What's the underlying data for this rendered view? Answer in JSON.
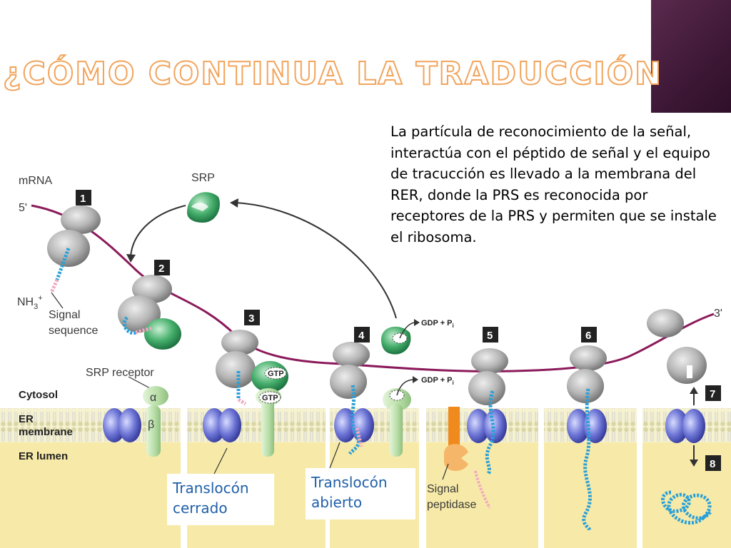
{
  "slide": {
    "title": "¿CÓMO CONTINUA LA TRADUCCIÓN",
    "description": "La partícula de reconocimiento de la señal, interactúa con el péptido de señal y el equipo de tracucción es llevado a la membrana del RER, donde la PRS es reconocida por  receptores de la PRS y permiten que se instale el ribosoma.",
    "notes": {
      "closed": "Translocón cerrado",
      "open": "Translocón abierto"
    }
  },
  "diagram": {
    "labels": {
      "mrna": "mRNA",
      "five_prime": "5'",
      "three_prime": "3'",
      "srp": "SRP",
      "nh3": "NH",
      "nh3_sub": "3",
      "nh3_sup": "+",
      "signal_sequence_1": "Signal",
      "signal_sequence_2": "sequence",
      "srp_receptor": "SRP receptor",
      "alpha": "α",
      "beta": "β",
      "cytosol": "Cytosol",
      "er_membrane_1": "ER",
      "er_membrane_2": "membrane",
      "er_lumen": "ER lumen",
      "gtp": "GTP",
      "gdp_pi": "GDP + P",
      "gdp_pi_sub": "i",
      "signal_peptidase_1": "Signal",
      "signal_peptidase_2": "peptidase"
    },
    "steps": [
      "1",
      "2",
      "3",
      "4",
      "5",
      "6",
      "7",
      "8"
    ],
    "colors": {
      "ribosome": "#a9a9a9",
      "srp": "#3fa765",
      "translocon": "#5a62c4",
      "receptor": "#b9dfa8",
      "mrna": "#8b1a5a",
      "peptide": "#2aa0d8",
      "signal_seq": "#f0a8c0",
      "peptidase": "#f08a1c",
      "lumen": "#f7eaa8",
      "membrane": "#e8e8b0",
      "note_text": "#1f5fa8",
      "title_outline": "#f2a45c"
    }
  }
}
